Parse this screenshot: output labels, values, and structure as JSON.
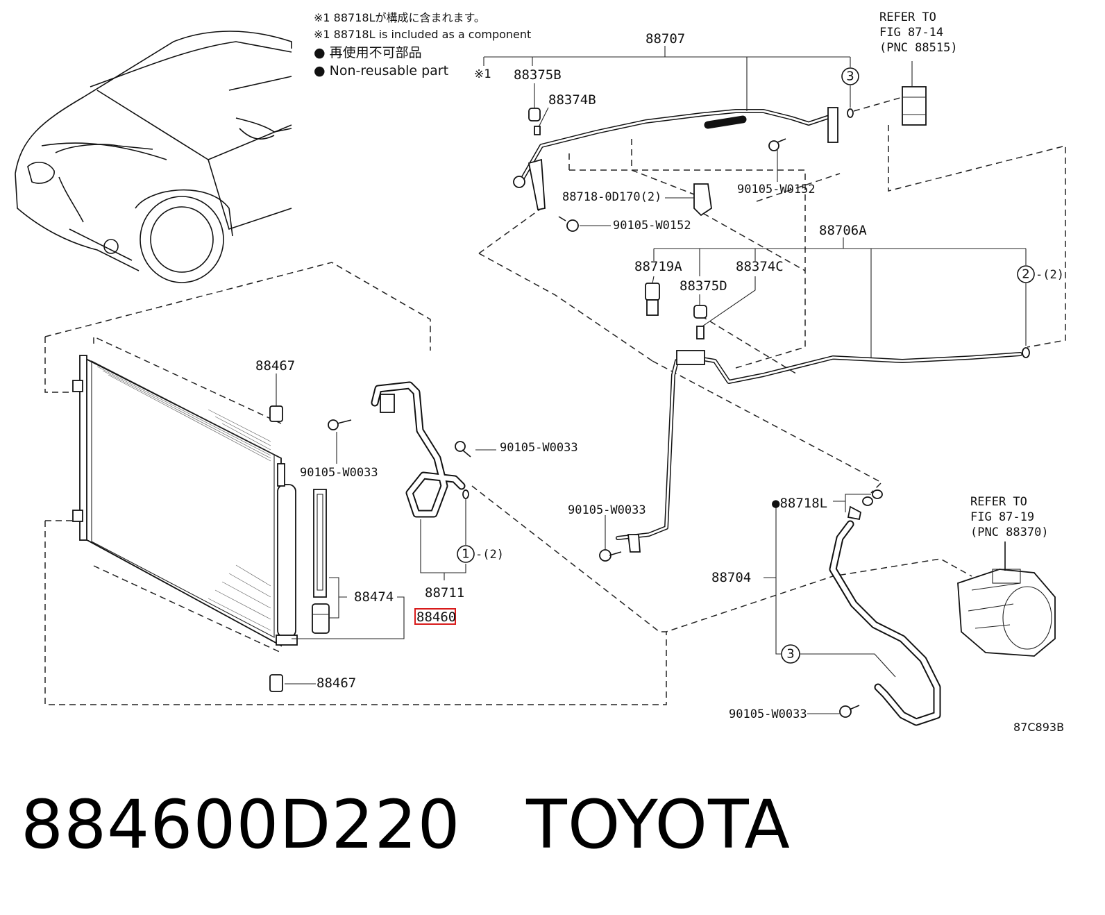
{
  "notes": {
    "line1_jp": "※1 88718Lが構成に含まれます。",
    "line1_en": "※1 88718L is included as a component",
    "line2_jp": "● 再使用不可部品",
    "line2_en": "● Non-reusable part"
  },
  "refs": {
    "top": [
      "REFER TO",
      "FIG 87-14",
      "(PNC 88515)"
    ],
    "right": [
      "REFER TO",
      "FIG 87-19",
      "(PNC 88370)"
    ]
  },
  "labels": {
    "p88707": "88707",
    "star1": "※1",
    "p88375B": "88375B",
    "p88374B": "88374B",
    "p88718_0D170": "88718-0D170(2)",
    "p90105_W0152_a": "90105-W0152",
    "p90105_W0152_b": "90105-W0152",
    "p88706A": "88706A",
    "p88719A": "88719A",
    "p88375D": "88375D",
    "p88374C": "88374C",
    "p88467_top": "88467",
    "p88467_bot": "88467",
    "p90105_W0033_a": "90105-W0033",
    "p90105_W0033_b": "90105-W0033",
    "p90105_W0033_c": "90105-W0033",
    "p90105_W0033_d": "90105-W0033",
    "p88474": "88474",
    "p88460": "88460",
    "p88711": "88711",
    "p88718L": "●88718L",
    "p88704": "88704",
    "code": "87C893B"
  },
  "circles": {
    "c3_top": "3",
    "c2": "2",
    "c2_qty": "-(2)",
    "c1": "1",
    "c1_qty": "-(2)",
    "c3_bot": "3"
  },
  "caption": {
    "part_number": "884600D220",
    "brand": "TOYOTA"
  },
  "colors": {
    "highlight": "#d81b1b"
  }
}
